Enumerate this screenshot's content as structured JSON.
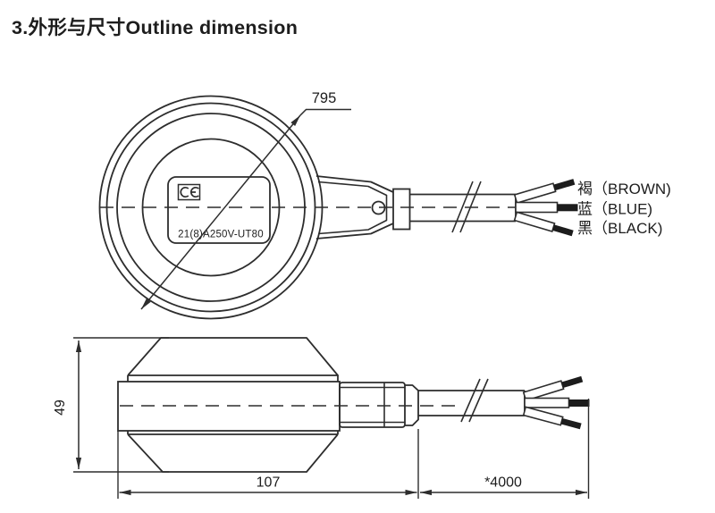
{
  "title": "3.外形与尺寸Outline dimension",
  "top_view": {
    "diameter_label": "795",
    "rating_label": "21(8)A250V-UT80",
    "icons": {
      "ce_mark": "CE"
    },
    "wire_labels": {
      "brown": "褐（BROWN)",
      "blue": "蓝（BLUE)",
      "black": "黑（BLACK)"
    }
  },
  "side_view": {
    "height_label": "49",
    "body_length_label": "107",
    "cable_length_label": "*4000"
  },
  "colors": {
    "line": "#2d2d2d",
    "text": "#1d1d1d",
    "wire_tip": "#1c1c1c",
    "background": "#ffffff"
  }
}
